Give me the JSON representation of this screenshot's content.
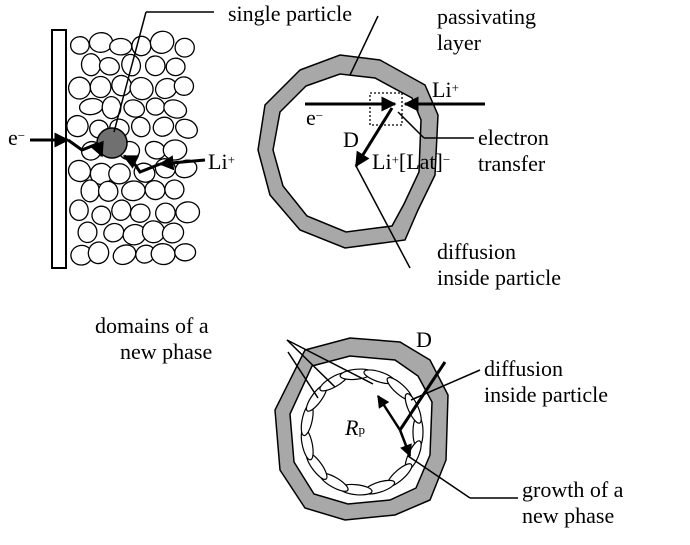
{
  "labels": {
    "single_particle": "single particle",
    "passivating_line1": "passivating",
    "passivating_line2": "layer",
    "e_minus_left": "e",
    "minus": "−",
    "li_plus_left": "Li",
    "plus": "+",
    "e_minus_right": "e",
    "li_plus_right": "Li",
    "d_top": "D",
    "li_lat_prefix": "Li",
    "li_lat_bracket": "[Lat]",
    "electron_transfer_line1": "electron",
    "electron_transfer_line2": "transfer",
    "diffusion_inside_line1": "diffusion",
    "diffusion_inside_line2": "inside particle",
    "domains_line1": "domains of a",
    "domains_line2": "new phase",
    "d_bottom": "D",
    "diffusion_inside2_line1": "diffusion",
    "diffusion_inside2_line2": "inside particle",
    "rp_main": "R",
    "rp_sub": "p",
    "growth_line1": "growth of a",
    "growth_line2": "new phase"
  },
  "colors": {
    "ink": "#000000",
    "shell": "#a8a8a8",
    "highlight_particle": "#707070",
    "background": "#ffffff"
  }
}
